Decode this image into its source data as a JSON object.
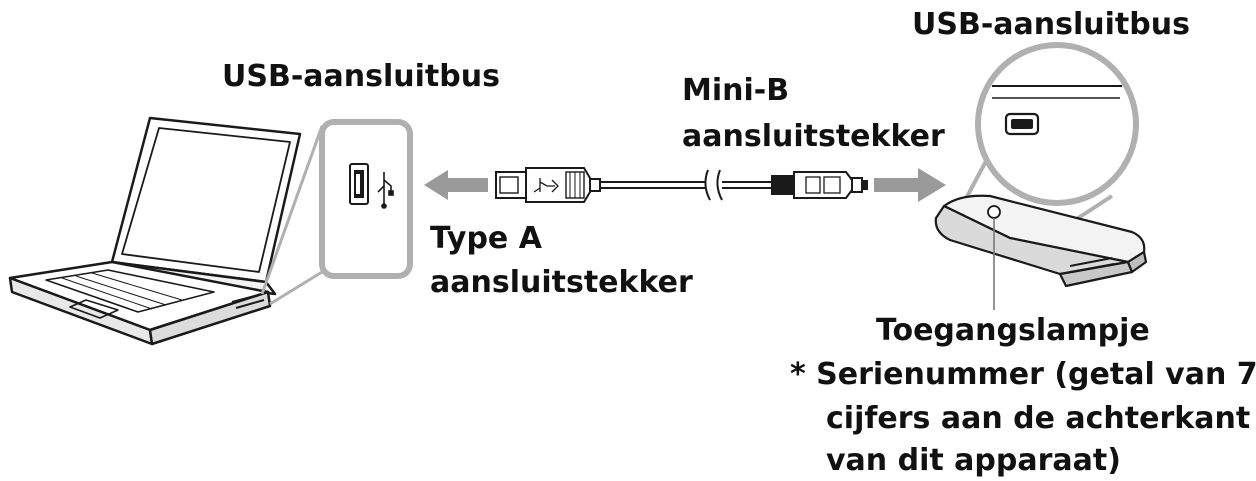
{
  "labels": {
    "usb_port_pc": "USB-aansluitbus",
    "usb_port_device": "USB-aansluitbus",
    "mini_b_line1": "Mini-B",
    "mini_b_line2": "aansluitstekker",
    "type_a_line1": "Type A",
    "type_a_line2": "aansluitstekker",
    "access_lamp": "Toegangslampje",
    "serial_line1": "* Serienummer (getal van 7",
    "serial_line2": "cijfers aan de achterkant",
    "serial_line3": "van dit apparaat)"
  },
  "icons": {
    "laptop": "laptop-icon",
    "usb_a_port": "usb-a-port-icon",
    "usb_symbol": "usb-symbol-icon",
    "usb_a_plug": "usb-a-plug-icon",
    "mini_b_plug": "mini-b-plug-icon",
    "mini_b_port": "mini-b-port-icon",
    "card_reader": "card-reader-icon"
  },
  "colors": {
    "line": "#1a1a1a",
    "arrow": "#9a9a9a",
    "callout": "#b0b0b0",
    "device_fill": "#e6e6e6"
  }
}
